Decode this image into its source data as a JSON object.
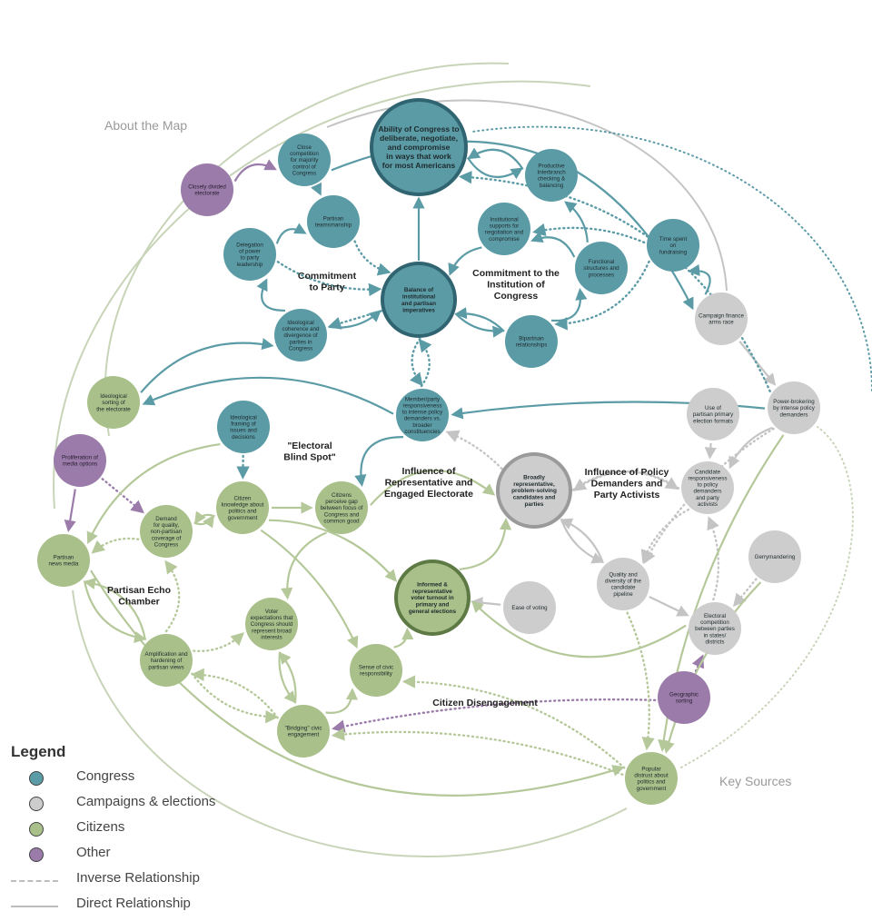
{
  "links": {
    "about": "About the Map",
    "sources": "Key Sources"
  },
  "colors": {
    "congress": "#5b9ba6",
    "congress_stroke": "#3f7a84",
    "campaigns": "#cdcdcd",
    "campaigns_stroke": "#aaaaaa",
    "citizens": "#a9c08a",
    "citizens_stroke": "#7f9a5f",
    "other": "#9a7baa",
    "other_stroke": "#7a5a8a"
  },
  "region_labels": [
    {
      "id": "commit-party",
      "lines": [
        "Commitment",
        "to Party"
      ]
    },
    {
      "id": "commit-inst",
      "lines": [
        "Commitment to the",
        "Institution of",
        "Congress"
      ]
    },
    {
      "id": "blind-spot",
      "lines": [
        "\"Electoral",
        "Blind Spot\""
      ]
    },
    {
      "id": "influence-rep",
      "lines": [
        "Influence of",
        "Representative and",
        "Engaged Electorate"
      ]
    },
    {
      "id": "influence-policy",
      "lines": [
        "Influence of Policy",
        "Demanders and",
        "Party Activists"
      ]
    },
    {
      "id": "echo",
      "lines": [
        "Partisan Echo",
        "Chamber"
      ]
    },
    {
      "id": "disengage",
      "lines": [
        "Citizen Disengagement"
      ]
    }
  ],
  "nodes": [
    {
      "id": "ability",
      "cat": "congress",
      "big": true,
      "lines": [
        "Ability of Congress to",
        "deliberate, negotiate,",
        "and compromise",
        "in ways that work",
        "for most Americans"
      ]
    },
    {
      "id": "close",
      "cat": "congress",
      "lines": [
        "Close",
        "competition",
        "for majority",
        "control of",
        "Congress"
      ]
    },
    {
      "id": "divided",
      "cat": "other",
      "lines": [
        "Closely divided",
        "electorate"
      ]
    },
    {
      "id": "teamship",
      "cat": "congress",
      "lines": [
        "Partisan",
        "teamsmanship"
      ]
    },
    {
      "id": "delegation",
      "cat": "congress",
      "lines": [
        "Delegation",
        "of power",
        "to party",
        "leadership"
      ]
    },
    {
      "id": "balance",
      "cat": "congress",
      "big": true,
      "lines": [
        "Balance of",
        "institutional",
        "and partisan",
        "imperatives"
      ]
    },
    {
      "id": "coherence",
      "cat": "congress",
      "lines": [
        "Ideological",
        "coherence and",
        "divergence of",
        "parties in",
        "Congress"
      ]
    },
    {
      "id": "interbranch",
      "cat": "congress",
      "lines": [
        "Productive",
        "Interbranch",
        "checking &",
        "balancing"
      ]
    },
    {
      "id": "supports",
      "cat": "congress",
      "lines": [
        "Institutional",
        "supports for",
        "negotiation and",
        "compromise"
      ]
    },
    {
      "id": "functional",
      "cat": "congress",
      "lines": [
        "Functional",
        "structures and",
        "processes"
      ]
    },
    {
      "id": "fundraising",
      "cat": "congress",
      "lines": [
        "Time spent",
        "on",
        "fundraising"
      ]
    },
    {
      "id": "bipartisan",
      "cat": "congress",
      "lines": [
        "Bipartisan",
        "relationships"
      ]
    },
    {
      "id": "armsrace",
      "cat": "campaigns",
      "lines": [
        "Campaign finance",
        "arms race"
      ]
    },
    {
      "id": "responsive",
      "cat": "congress",
      "lines": [
        "Member/party",
        "responsiveness",
        "to intense policy",
        "demanders vs.",
        "broader",
        "constituencies"
      ]
    },
    {
      "id": "powerbroker",
      "cat": "campaigns",
      "lines": [
        "Power-brokering",
        "by intense policy",
        "demanders"
      ]
    },
    {
      "id": "ideosort",
      "cat": "citizens",
      "lines": [
        "Ideological",
        "sorting of",
        "the electorate"
      ]
    },
    {
      "id": "ideoframe",
      "cat": "congress",
      "lines": [
        "Ideological",
        "framing of",
        "issues and",
        "decisions"
      ]
    },
    {
      "id": "proliferation",
      "cat": "other",
      "lines": [
        "Proliferation of",
        "media options"
      ]
    },
    {
      "id": "primary",
      "cat": "campaigns",
      "lines": [
        "Use of",
        "partisan primary",
        "election formats"
      ]
    },
    {
      "id": "broadly",
      "cat": "campaigns",
      "big": true,
      "lines": [
        "Broadly",
        "representative,",
        "problem-solving",
        "candidates and",
        "parties"
      ]
    },
    {
      "id": "candresp",
      "cat": "campaigns",
      "lines": [
        "Candidate",
        "responsiveness",
        "to policy",
        "demanders",
        "and party",
        "activists"
      ]
    },
    {
      "id": "demand",
      "cat": "citizens",
      "lines": [
        "Demand",
        "for quality,",
        "non-partisan",
        "coverage of",
        "Congress"
      ]
    },
    {
      "id": "knowledge",
      "cat": "citizens",
      "lines": [
        "Citizen",
        "knowledge about",
        "politics and",
        "government"
      ]
    },
    {
      "id": "gap",
      "cat": "citizens",
      "lines": [
        "Citizens",
        "perceive gap",
        "between focus of",
        "Congress and",
        "common good"
      ]
    },
    {
      "id": "newsmedia",
      "cat": "citizens",
      "lines": [
        "Partisan",
        "news media"
      ]
    },
    {
      "id": "informed",
      "cat": "citizens",
      "big": true,
      "lines": [
        "Informed &",
        "representative",
        "voter turnout in",
        "primary and",
        "general elections"
      ]
    },
    {
      "id": "easevote",
      "cat": "campaigns",
      "lines": [
        "Ease of voting"
      ]
    },
    {
      "id": "quality",
      "cat": "campaigns",
      "lines": [
        "Quality and",
        "diversity of the",
        "candidate",
        "pipeline"
      ]
    },
    {
      "id": "gerry",
      "cat": "campaigns",
      "lines": [
        "Gerrymandering"
      ]
    },
    {
      "id": "voterexp",
      "cat": "citizens",
      "lines": [
        "Voter",
        "expectations that",
        "Congress should",
        "represent broad",
        "interests"
      ]
    },
    {
      "id": "amplify",
      "cat": "citizens",
      "lines": [
        "Amplification and",
        "hardening of",
        "partisan views"
      ]
    },
    {
      "id": "civicresp",
      "cat": "citizens",
      "lines": [
        "Sense of civic",
        "responsibility"
      ]
    },
    {
      "id": "electcomp",
      "cat": "campaigns",
      "lines": [
        "Electoral",
        "competition",
        "between parties",
        "in states/",
        "districts"
      ]
    },
    {
      "id": "geosort",
      "cat": "other",
      "lines": [
        "Geographic",
        "sorting"
      ]
    },
    {
      "id": "bridging",
      "cat": "citizens",
      "lines": [
        "\"Bridging\" civic",
        "engagement"
      ]
    },
    {
      "id": "distrust",
      "cat": "citizens",
      "lines": [
        "Popular",
        "distrust about",
        "politics and",
        "government"
      ]
    }
  ],
  "legend": {
    "title": "Legend",
    "items": [
      {
        "kind": "swatch",
        "cat": "congress",
        "label": "Congress"
      },
      {
        "kind": "swatch",
        "cat": "campaigns",
        "label": "Campaigns & elections"
      },
      {
        "kind": "swatch",
        "cat": "citizens",
        "label": "Citizens"
      },
      {
        "kind": "swatch",
        "cat": "other",
        "label": "Other"
      },
      {
        "kind": "dashed",
        "label": "Inverse Relationship"
      },
      {
        "kind": "solid",
        "label": "Direct Relationship"
      }
    ]
  }
}
